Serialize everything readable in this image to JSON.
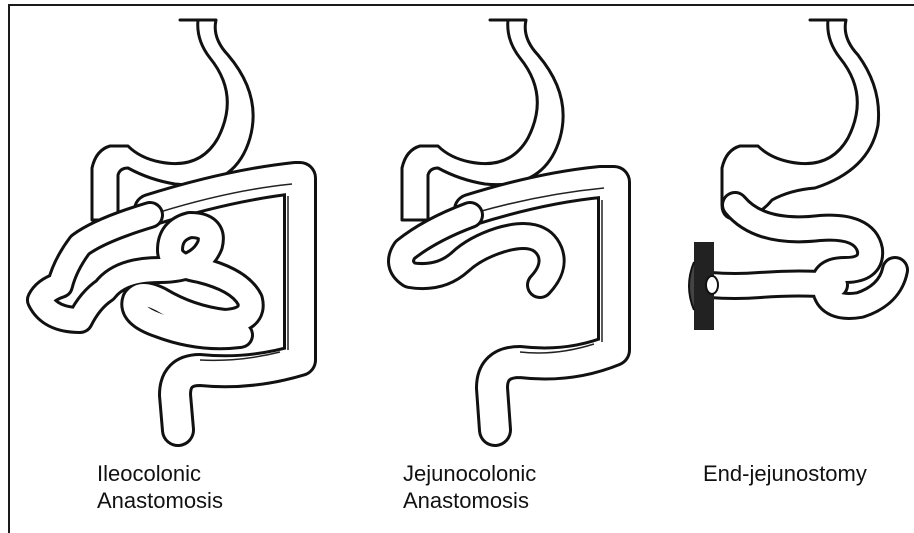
{
  "panels": [
    {
      "caption_line1": "Ileocolonic",
      "caption_line2": "Anastomosis"
    },
    {
      "caption_line1": "Jejunocolonic",
      "caption_line2": "Anastomosis"
    },
    {
      "caption_line1": "End-jejunostomy",
      "caption_line2": ""
    }
  ]
}
